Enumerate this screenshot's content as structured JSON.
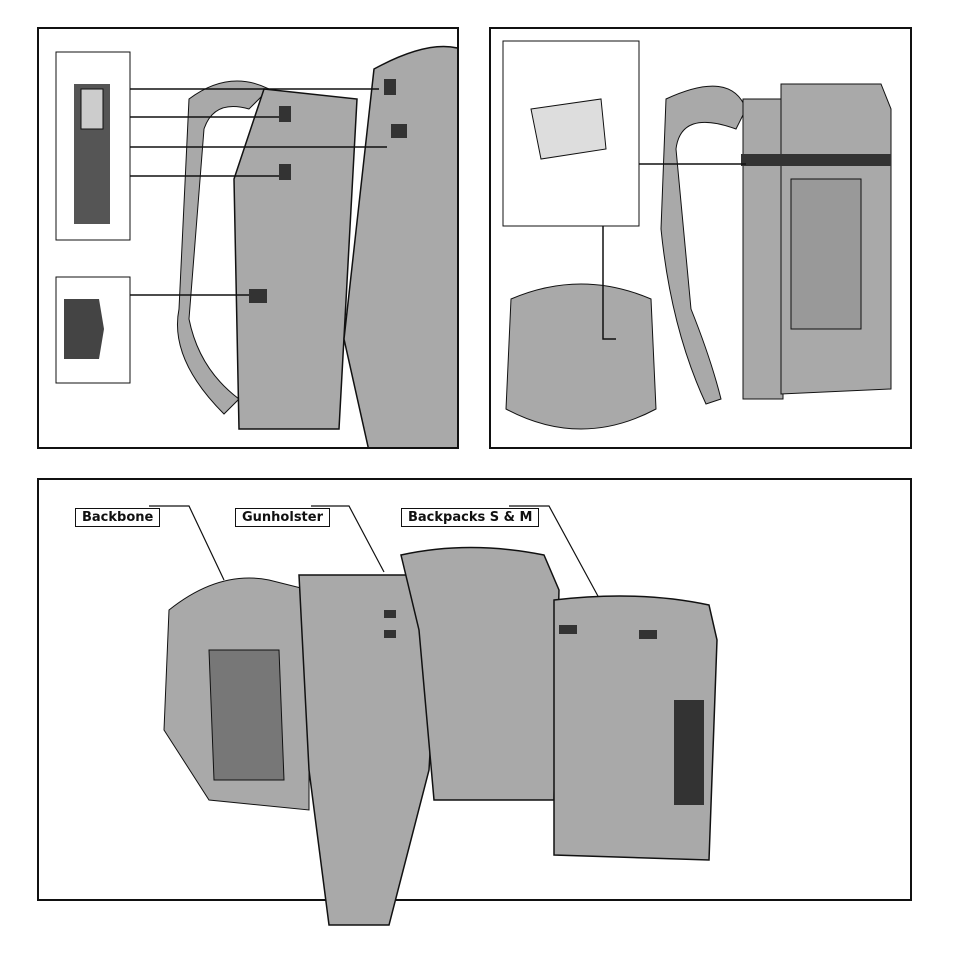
{
  "labels": {
    "backbone": "Backbone",
    "gunholster": "Gunholster",
    "backpacks": "Backpacks S & M"
  },
  "colors": {
    "fill": "#a9a9a9",
    "fill_dark": "#555555",
    "stroke": "#111111"
  }
}
